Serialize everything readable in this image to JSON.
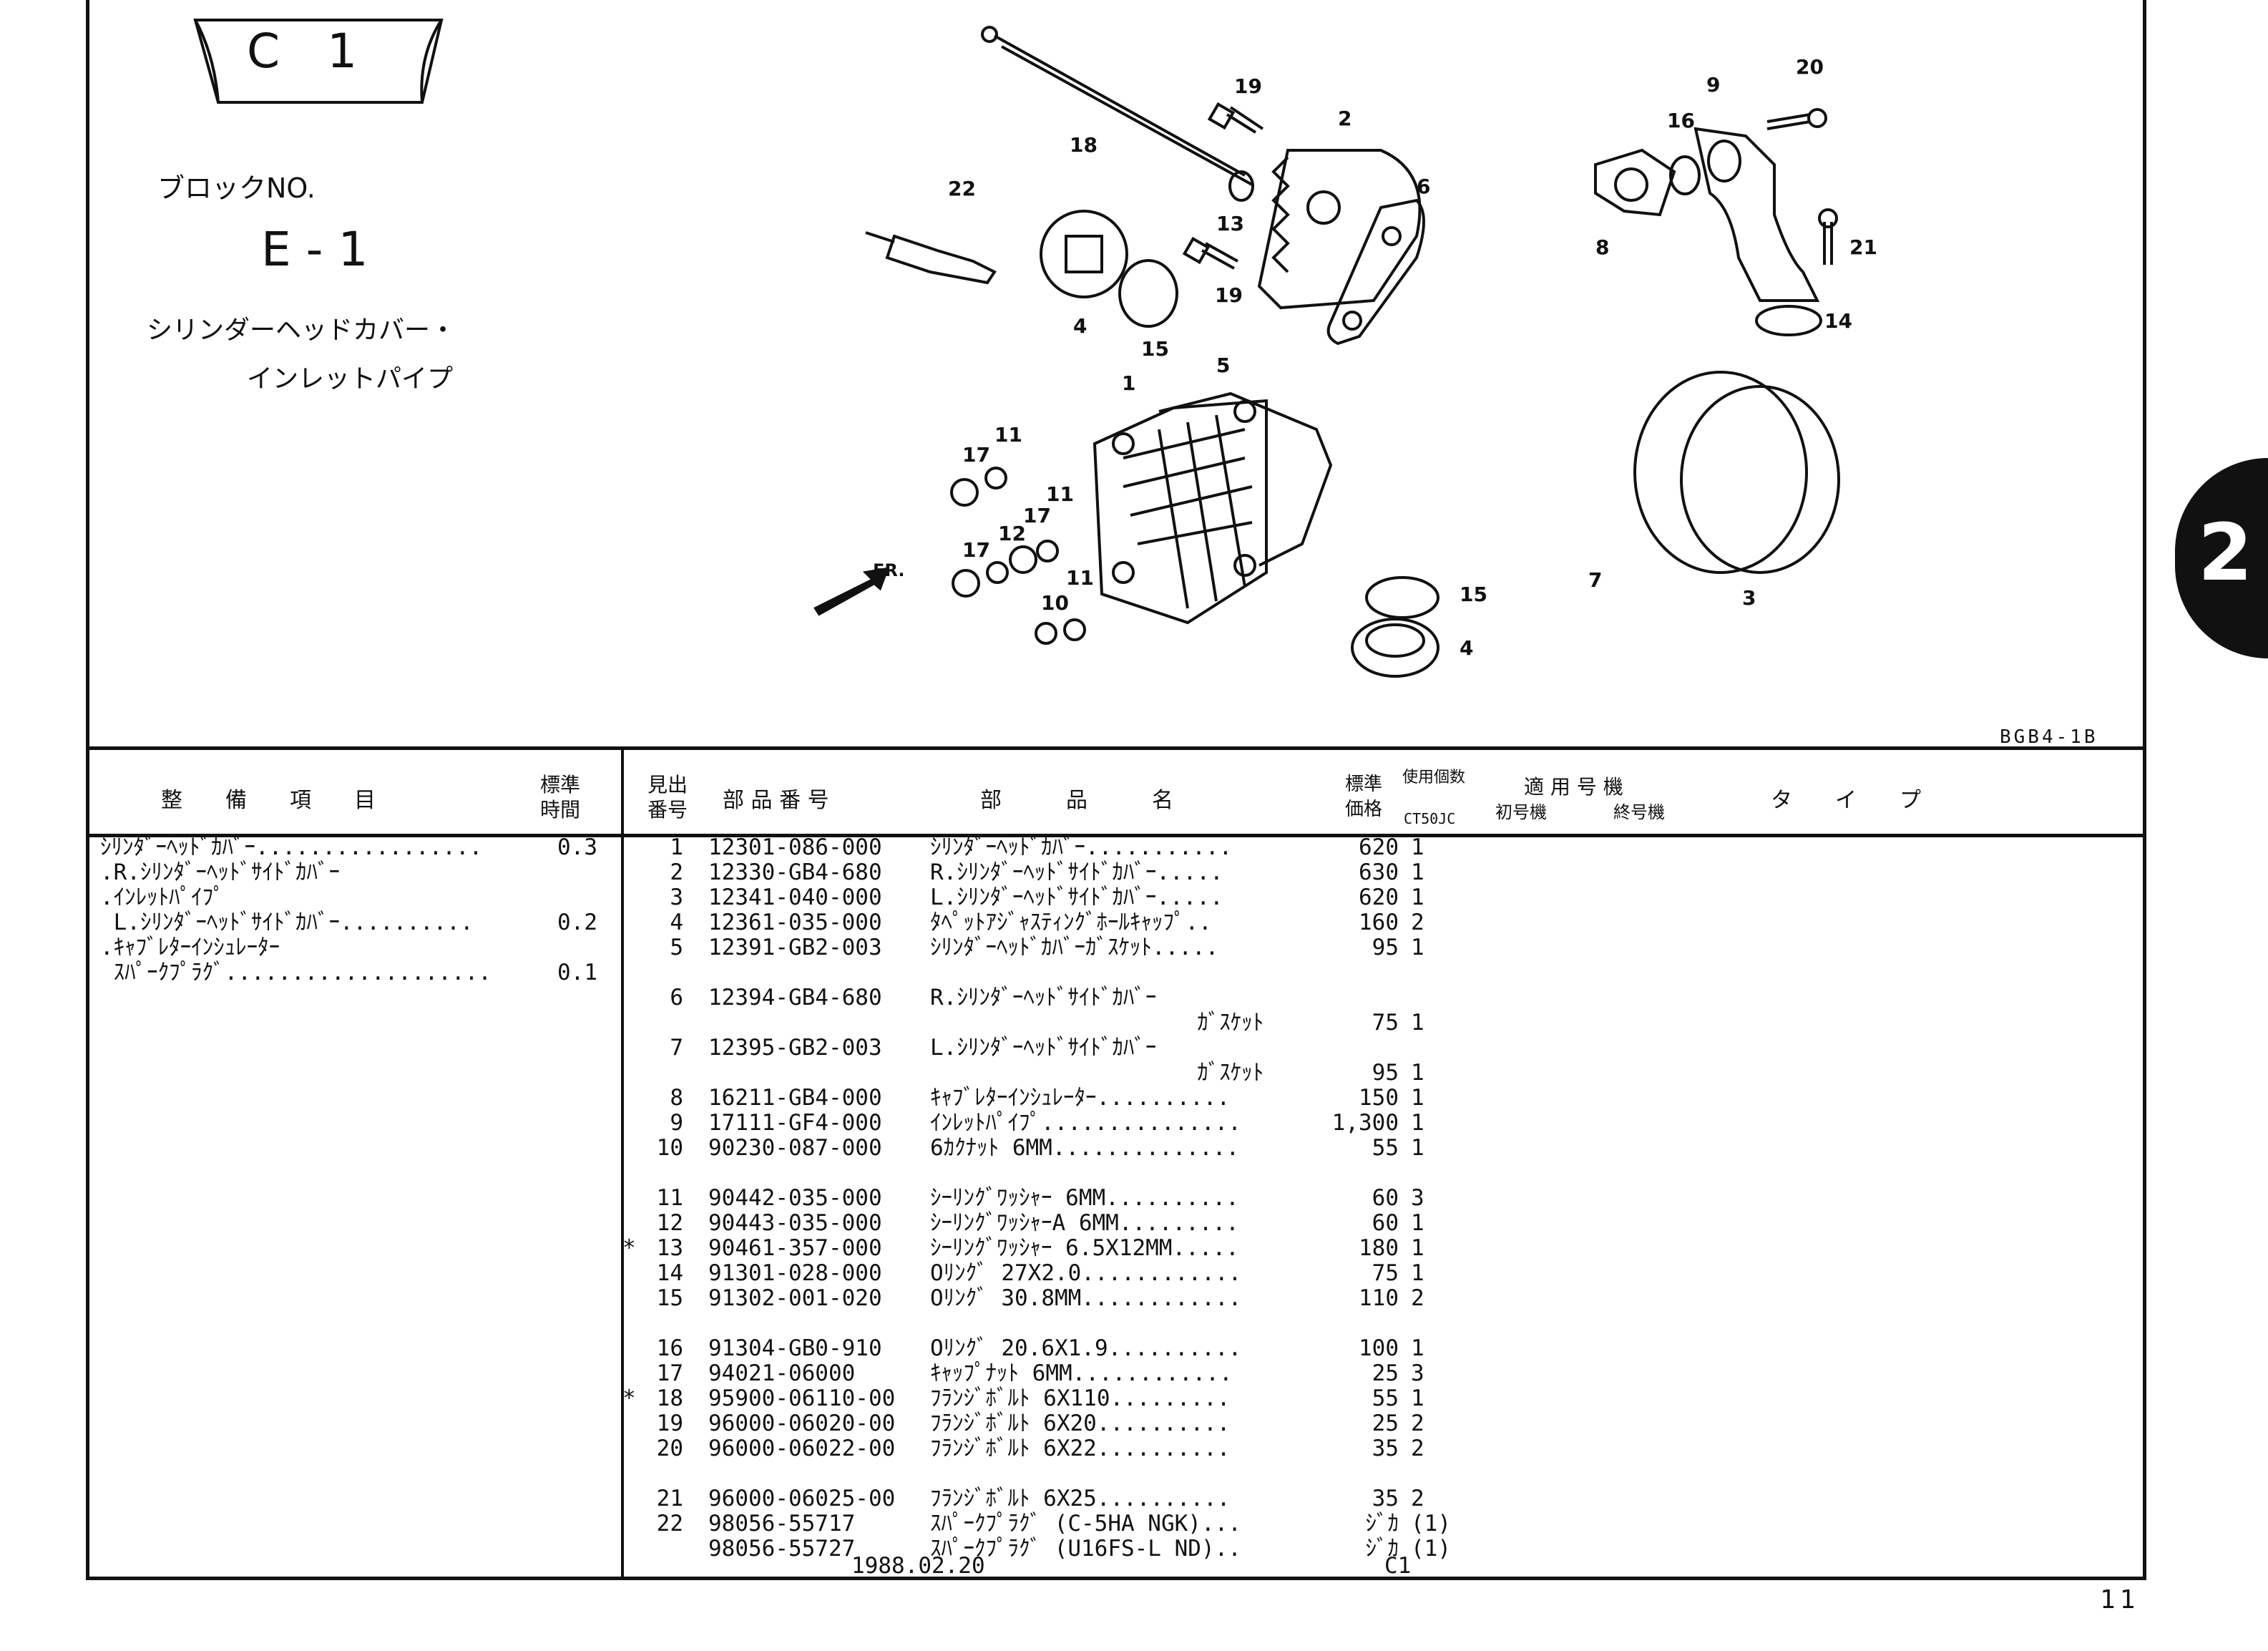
{
  "header": {
    "block_code": "C　1",
    "block_label": "ブロックNO.",
    "block_number": "E - 1",
    "title_line1": "シリンダーヘッドカバー・",
    "title_line2": "インレットパイプ",
    "figure_code": "BGB4-1B",
    "section_tab": "2",
    "page_number": "11"
  },
  "diagram": {
    "callouts": [
      "1",
      "2",
      "3",
      "4",
      "4",
      "5",
      "6",
      "7",
      "8",
      "9",
      "10",
      "11",
      "11",
      "11",
      "12",
      "13",
      "14",
      "15",
      "15",
      "16",
      "17",
      "17",
      "17",
      "18",
      "19",
      "19",
      "20",
      "21",
      "22"
    ],
    "front_label": "FR."
  },
  "columns": {
    "service_item": "整　　備　　項　　目",
    "std_time_1": "標準",
    "std_time_2": "時間",
    "ref_no_1": "見出",
    "ref_no_2": "番号",
    "part_no": "部 品 番 号",
    "part_name": "部　　　品　　　名",
    "price_1": "標準",
    "price_2": "価格",
    "qty_label": "使用個数",
    "model": "CT50JC",
    "applicable": "適 用 号 機",
    "first_no": "初号機",
    "last_no": "終号機",
    "type": "タ　　イ　　プ"
  },
  "service_items": [
    {
      "name": "ｼﾘﾝﾀﾞｰﾍｯﾄﾞｶﾊﾞｰ.................",
      "time": "0.3"
    },
    {
      "name": ".R.ｼﾘﾝﾀﾞｰﾍｯﾄﾞｻｲﾄﾞｶﾊﾞｰ",
      "time": ""
    },
    {
      "name": ".ｲﾝﾚｯﾄﾊﾟｲﾌﾟ",
      "time": ""
    },
    {
      "name": " L.ｼﾘﾝﾀﾞｰﾍｯﾄﾞｻｲﾄﾞｶﾊﾞｰ..........",
      "time": "0.2"
    },
    {
      "name": ".ｷｬﾌﾞﾚﾀｰｲﾝｼｭﾚｰﾀｰ",
      "time": ""
    },
    {
      "name": " ｽﾊﾟｰｸﾌﾟﾗｸﾞ....................",
      "time": "0.1"
    }
  ],
  "parts": [
    {
      "star": "",
      "ref": "1",
      "part_no": "12301-086-000",
      "name": "ｼﾘﾝﾀﾞｰﾍｯﾄﾞｶﾊﾞｰ...........",
      "price": "620",
      "qty": "1",
      "gap": false
    },
    {
      "star": "",
      "ref": "2",
      "part_no": "12330-GB4-680",
      "name": "R.ｼﾘﾝﾀﾞｰﾍｯﾄﾞｻｲﾄﾞｶﾊﾞｰ.....",
      "price": "630",
      "qty": "1",
      "gap": false
    },
    {
      "star": "",
      "ref": "3",
      "part_no": "12341-040-000",
      "name": "L.ｼﾘﾝﾀﾞｰﾍｯﾄﾞｻｲﾄﾞｶﾊﾞｰ.....",
      "price": "620",
      "qty": "1",
      "gap": false
    },
    {
      "star": "",
      "ref": "4",
      "part_no": "12361-035-000",
      "name": "ﾀﾍﾟｯﾄｱｼﾞｬｽﾃｨﾝｸﾞﾎｰﾙｷｬｯﾌﾟ..",
      "price": "160",
      "qty": "2",
      "gap": false
    },
    {
      "star": "",
      "ref": "5",
      "part_no": "12391-GB2-003",
      "name": "ｼﾘﾝﾀﾞｰﾍｯﾄﾞｶﾊﾞｰｶﾞｽｹｯﾄ.....",
      "price": "95",
      "qty": "1",
      "gap": false
    },
    {
      "star": "",
      "ref": "6",
      "part_no": "12394-GB4-680",
      "name": "R.ｼﾘﾝﾀﾞｰﾍｯﾄﾞｻｲﾄﾞｶﾊﾞｰ",
      "price": "",
      "qty": "",
      "gap": true
    },
    {
      "star": "",
      "ref": "",
      "part_no": "",
      "name": "                    ｶﾞｽｹｯﾄ",
      "price": "75",
      "qty": "1",
      "gap": false
    },
    {
      "star": "",
      "ref": "7",
      "part_no": "12395-GB2-003",
      "name": "L.ｼﾘﾝﾀﾞｰﾍｯﾄﾞｻｲﾄﾞｶﾊﾞｰ",
      "price": "",
      "qty": "",
      "gap": false
    },
    {
      "star": "",
      "ref": "",
      "part_no": "",
      "name": "                    ｶﾞｽｹｯﾄ",
      "price": "95",
      "qty": "1",
      "gap": false
    },
    {
      "star": "",
      "ref": "8",
      "part_no": "16211-GB4-000",
      "name": "ｷｬﾌﾞﾚﾀｰｲﾝｼｭﾚｰﾀｰ..........",
      "price": "150",
      "qty": "1",
      "gap": false
    },
    {
      "star": "",
      "ref": "9",
      "part_no": "17111-GF4-000",
      "name": "ｲﾝﾚｯﾄﾊﾟｲﾌﾟ...............",
      "price": "1,300",
      "qty": "1",
      "gap": false
    },
    {
      "star": "",
      "ref": "10",
      "part_no": "90230-087-000",
      "name": "6ｶｸﾅｯﾄ 6MM..............",
      "price": "55",
      "qty": "1",
      "gap": false
    },
    {
      "star": "",
      "ref": "11",
      "part_no": "90442-035-000",
      "name": "ｼｰﾘﾝｸﾞﾜｯｼｬｰ 6MM..........",
      "price": "60",
      "qty": "3",
      "gap": true
    },
    {
      "star": "",
      "ref": "12",
      "part_no": "90443-035-000",
      "name": "ｼｰﾘﾝｸﾞﾜｯｼｬｰA 6MM.........",
      "price": "60",
      "qty": "1",
      "gap": false
    },
    {
      "star": "*",
      "ref": "13",
      "part_no": "90461-357-000",
      "name": "ｼｰﾘﾝｸﾞﾜｯｼｬｰ 6.5X12MM.....",
      "price": "180",
      "qty": "1",
      "gap": false
    },
    {
      "star": "",
      "ref": "14",
      "part_no": "91301-028-000",
      "name": "Oﾘﾝｸﾞ 27X2.0............",
      "price": "75",
      "qty": "1",
      "gap": false
    },
    {
      "star": "",
      "ref": "15",
      "part_no": "91302-001-020",
      "name": "Oﾘﾝｸﾞ 30.8MM............",
      "price": "110",
      "qty": "2",
      "gap": false
    },
    {
      "star": "",
      "ref": "16",
      "part_no": "91304-GB0-910",
      "name": "Oﾘﾝｸﾞ 20.6X1.9..........",
      "price": "100",
      "qty": "1",
      "gap": true
    },
    {
      "star": "",
      "ref": "17",
      "part_no": "94021-06000",
      "name": "ｷｬｯﾌﾟﾅｯﾄ 6MM............",
      "price": "25",
      "qty": "3",
      "gap": false
    },
    {
      "star": "*",
      "ref": "18",
      "part_no": "95900-06110-00",
      "name": "ﾌﾗﾝｼﾞﾎﾞﾙﾄ 6X110.........",
      "price": "55",
      "qty": "1",
      "gap": false
    },
    {
      "star": "",
      "ref": "19",
      "part_no": "96000-06020-00",
      "name": "ﾌﾗﾝｼﾞﾎﾞﾙﾄ 6X20..........",
      "price": "25",
      "qty": "2",
      "gap": false
    },
    {
      "star": "",
      "ref": "20",
      "part_no": "96000-06022-00",
      "name": "ﾌﾗﾝｼﾞﾎﾞﾙﾄ 6X22..........",
      "price": "35",
      "qty": "2",
      "gap": false
    },
    {
      "star": "",
      "ref": "21",
      "part_no": "96000-06025-00",
      "name": "ﾌﾗﾝｼﾞﾎﾞﾙﾄ 6X25..........",
      "price": "35",
      "qty": "2",
      "gap": true
    },
    {
      "star": "",
      "ref": "22",
      "part_no": "98056-55717",
      "name": "ｽﾊﾟｰｸﾌﾟﾗｸﾞ (C-5HA NGK)...",
      "price": "ｼﾞｶ",
      "qty": "(1)",
      "gap": false
    },
    {
      "star": "",
      "ref": "",
      "part_no": "98056-55727",
      "name": "ｽﾊﾟｰｸﾌﾟﾗｸﾞ (U16FS-L ND)..",
      "price": "ｼﾞｶ",
      "qty": "(1)",
      "gap": false
    }
  ],
  "footer": {
    "date": "1988.02.20",
    "code": "C1"
  }
}
